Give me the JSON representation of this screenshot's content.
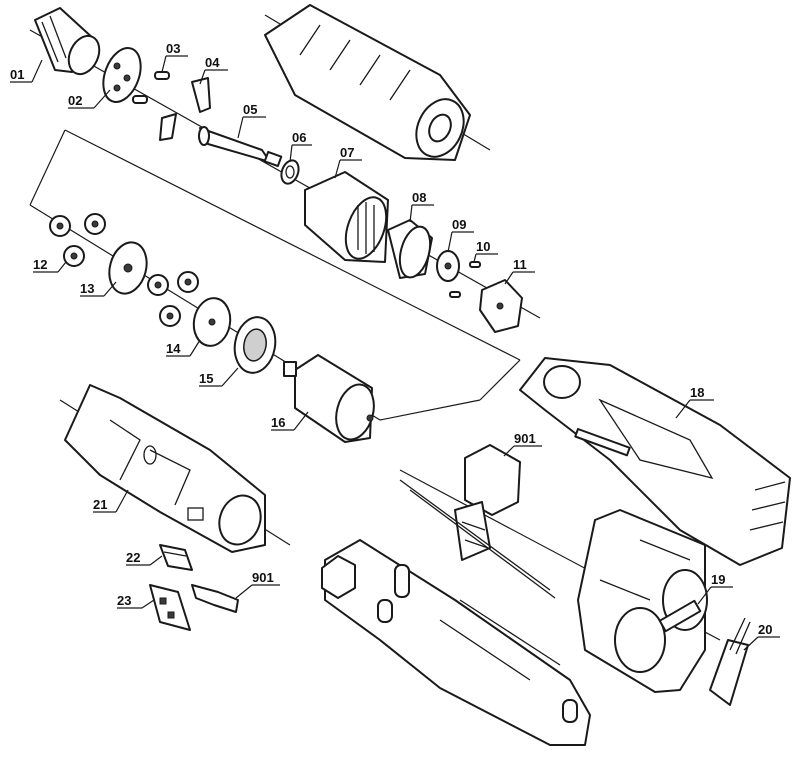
{
  "labels": [
    "01",
    "02",
    "03",
    "04",
    "05",
    "06",
    "07",
    "08",
    "09",
    "10",
    "11",
    "12",
    "13",
    "14",
    "15",
    "16",
    "18",
    "901",
    "19",
    "20",
    "21",
    "22",
    "23",
    "901"
  ]
}
